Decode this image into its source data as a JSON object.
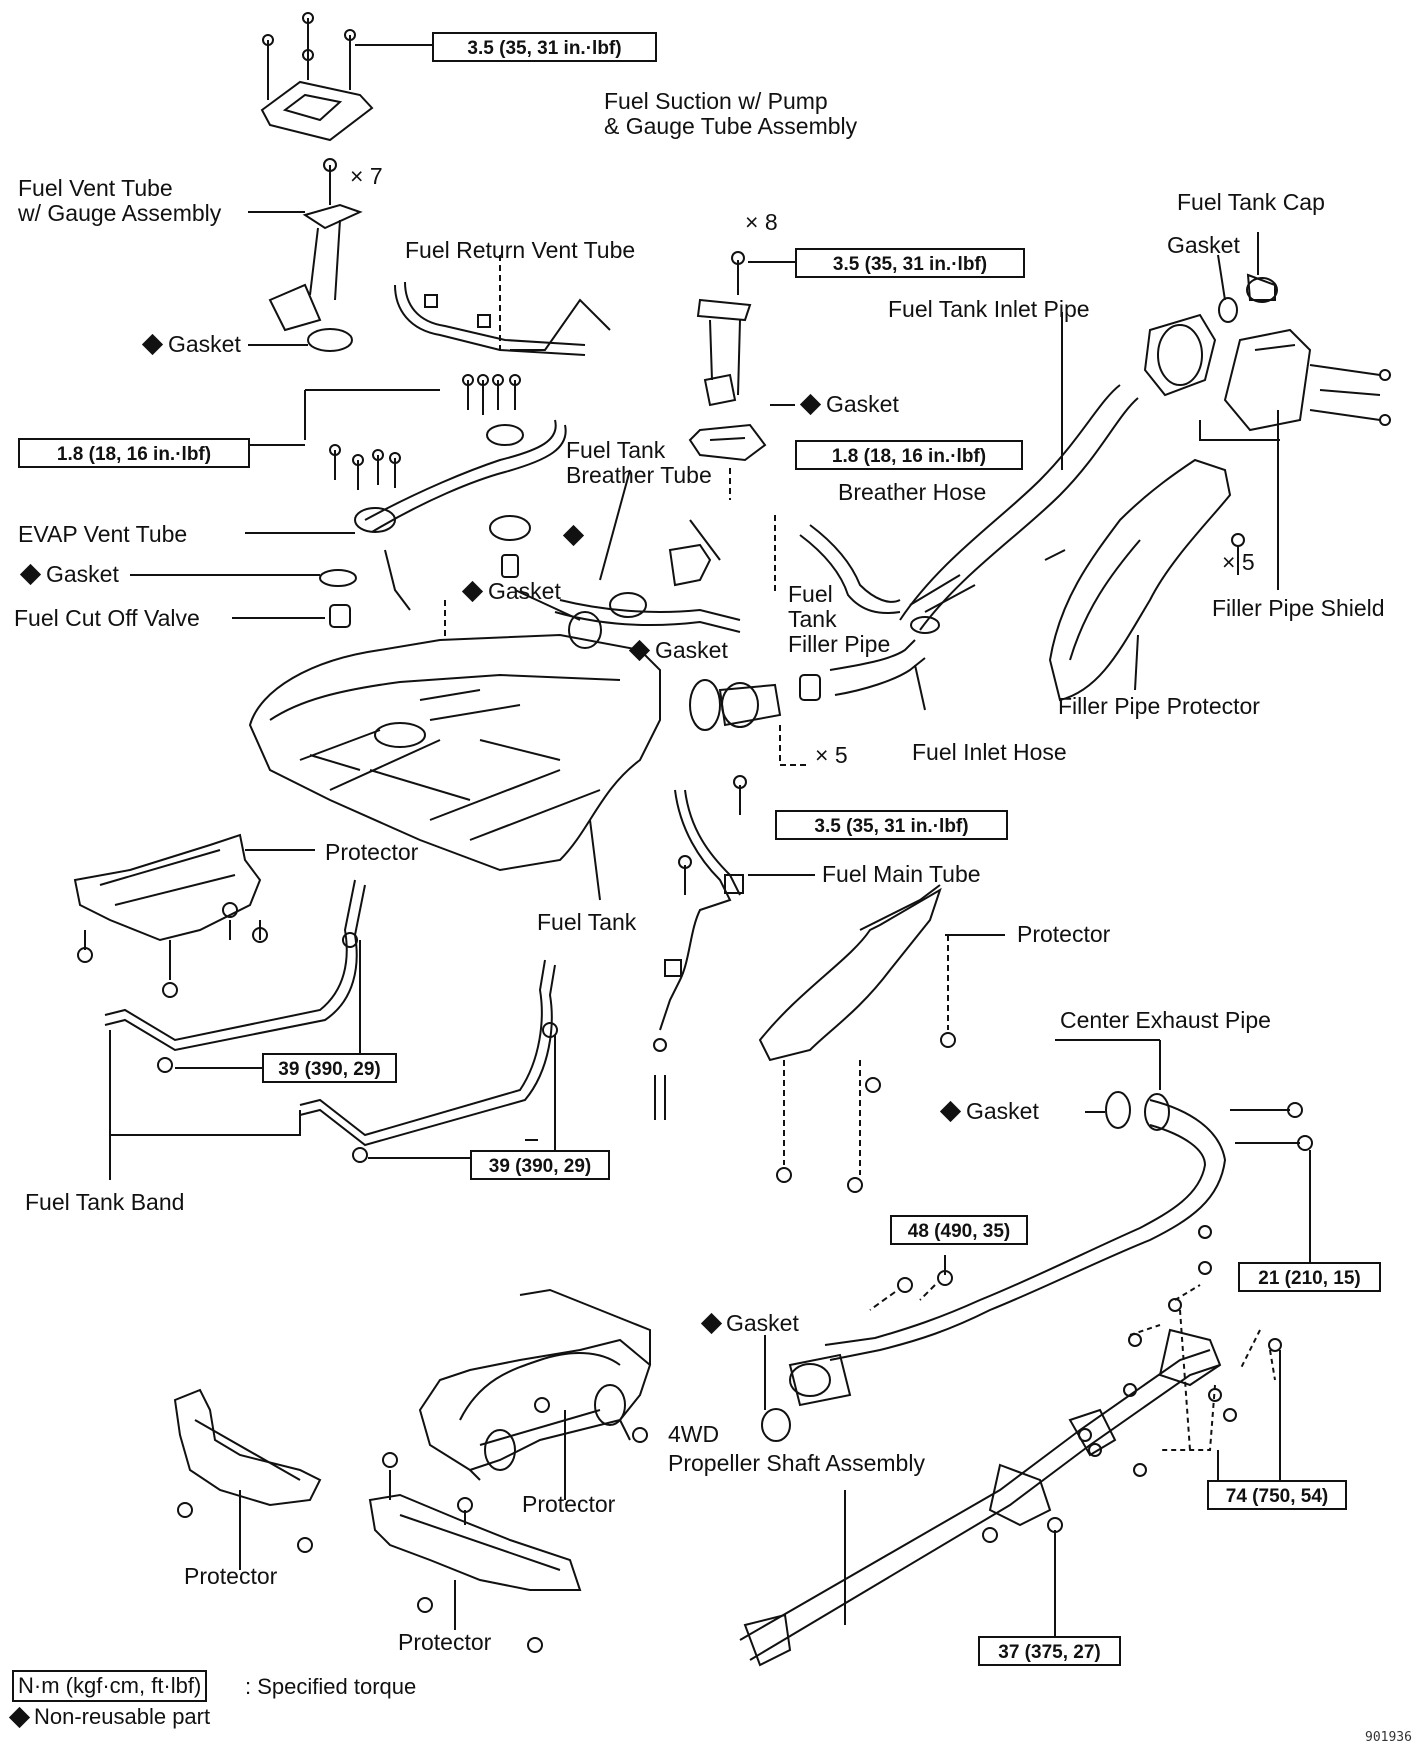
{
  "labels": {
    "fuel_vent_tube": "Fuel Vent Tube\nw/ Gauge Assembly",
    "fuel_return_vent_tube": "Fuel Return Vent Tube",
    "fuel_suction": "Fuel Suction w/ Pump\n& Gauge Tube Assembly",
    "fuel_tank_cap": "Fuel Tank Cap",
    "gasket_cap": "Gasket",
    "fuel_tank_inlet_pipe": "Fuel Tank Inlet Pipe",
    "gasket_left": "Gasket",
    "gasket_pump": "Gasket",
    "fuel_tank_breather_tube": "Fuel Tank\nBreather Tube",
    "breather_hose": "Breather Hose",
    "evap_vent_tube": "EVAP Vent Tube",
    "gasket_evap": "Gasket",
    "fuel_cut_off_valve": "Fuel Cut Off Valve",
    "gasket_mid": "Gasket",
    "fuel_tank_filler_pipe": "Fuel\nTank\nFiller Pipe",
    "gasket_filler": "Gasket",
    "filler_pipe_shield": "Filler Pipe Shield",
    "filler_pipe_protector": "Filler Pipe Protector",
    "fuel_inlet_hose": "Fuel Inlet Hose",
    "protector_left": "Protector",
    "fuel_tank": "Fuel Tank",
    "fuel_main_tube": "Fuel Main Tube",
    "protector_right": "Protector",
    "center_exhaust_pipe": "Center Exhaust Pipe",
    "gasket_exhaust": "Gasket",
    "fuel_tank_band": "Fuel Tank Band",
    "gasket_lower": "Gasket",
    "propeller_shaft": "4WD\nPropeller Shaft Assembly",
    "protector_mid": "Protector",
    "protector_bottom_left": "Protector",
    "protector_bottom": "Protector"
  },
  "torque": {
    "t1": "3.5 (35, 31 in.·lbf)",
    "t2": "3.5 (35, 31 in.·lbf)",
    "t3": "1.8 (18, 16 in.·lbf)",
    "t4": "1.8 (18, 16 in.·lbf)",
    "t5": "3.5 (35, 31 in.·lbf)",
    "t6": "39 (390, 29)",
    "t7": "39 (390, 29)",
    "t8": "48 (490, 35)",
    "t9": "21 (210, 15)",
    "t10": "74 (750, 54)",
    "t11": "37 (375, 27)"
  },
  "quantities": {
    "q7": "× 7",
    "q8": "× 8",
    "q5a": "× 5",
    "q5b": "× 5"
  },
  "legend": {
    "torque_box": "N·m (kgf·cm, ft·lbf)",
    "torque_text": ": Specified torque",
    "nonreusable_text": "Non-reusable part"
  },
  "figure_id": "901936"
}
